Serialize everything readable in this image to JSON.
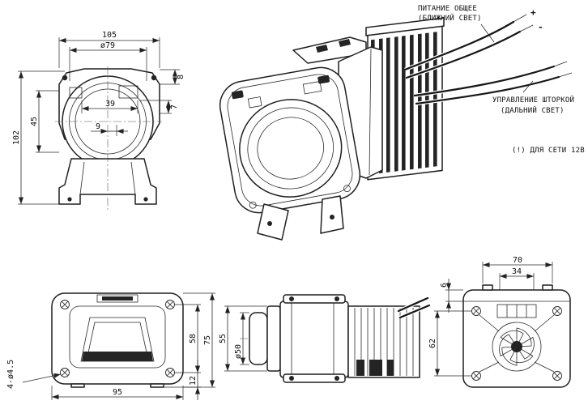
{
  "annotations": {
    "power_label_1": "ПИТАНИЕ ОБЩЕЕ",
    "power_label_2": "(БЛИЖНИЙ СВЕТ)",
    "shutter_label_1": "УПРАВЛЕНИЕ ШТОРКОЙ",
    "shutter_label_2": "(ДАЛЬНИЙ СВЕТ)",
    "voltage_note": "(!) ДЛЯ СЕТИ 12В",
    "plus": "+",
    "minus": "-"
  },
  "front_view": {
    "overall_width": "105",
    "lens_diameter": "ø79",
    "dim_8": "8",
    "dim_7": "7",
    "dim_39": "39",
    "dim_9": "9",
    "dim_45": "45",
    "overall_height": "102"
  },
  "bottom_front_view": {
    "mount_width": "95",
    "dim_58": "58",
    "dim_12": "12",
    "overall_height": "75",
    "holes_note": "4-ø4.5"
  },
  "side_view": {
    "dim_55": "55",
    "lens_diameter": "ø50"
  },
  "rear_view": {
    "dim_70": "70",
    "dim_34": "34",
    "dim_6": "6",
    "dim_62": "62"
  }
}
